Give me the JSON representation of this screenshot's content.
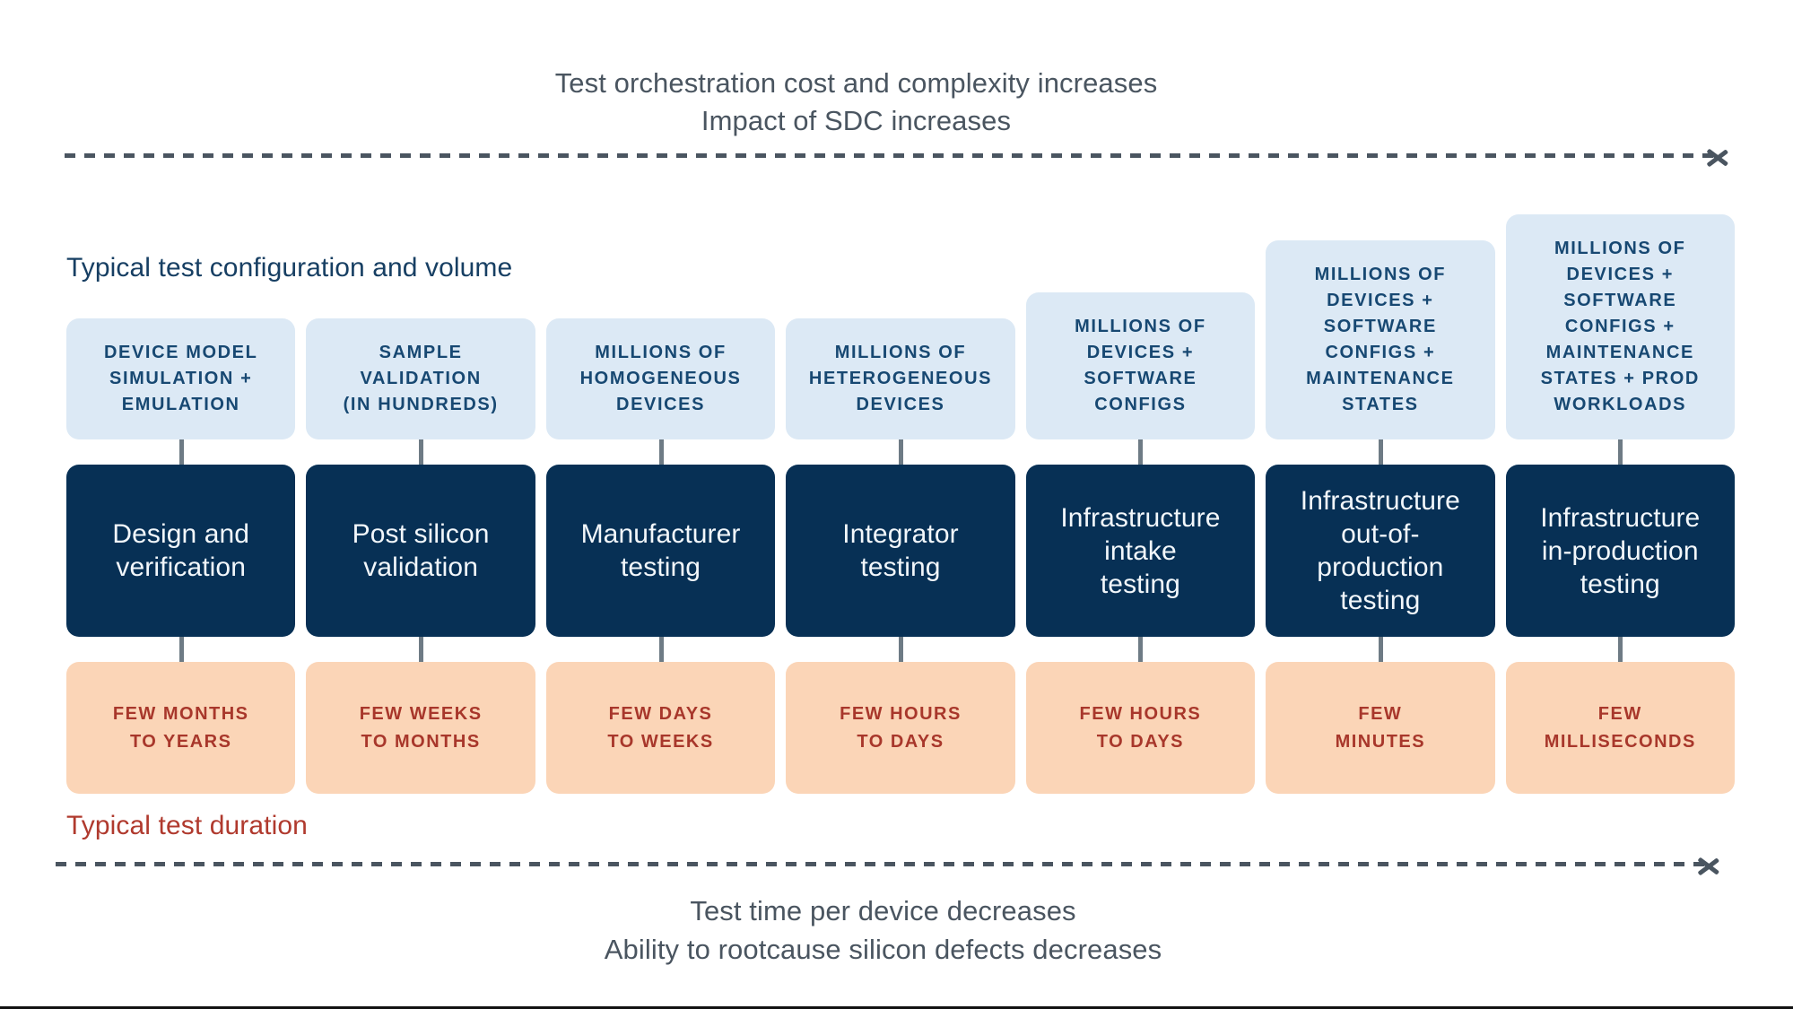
{
  "top_captions": {
    "line1": "Test orchestration cost and complexity increases",
    "line2": "Impact of SDC increases"
  },
  "bottom_captions": {
    "line1": "Test time per device decreases",
    "line2": "Ability to rootcause silicon defects decreases"
  },
  "labels": {
    "config_row": "Typical test configuration and volume",
    "duration_row": "Typical test duration"
  },
  "colors": {
    "navy": "#073055",
    "light_blue": "#dce9f5",
    "peach": "#fbd5b7",
    "peach_text": "#a8372b",
    "config_text": "#174872",
    "caption_text": "#4a5560",
    "connector": "#6e7b85"
  },
  "columns": [
    {
      "config": "DEVICE MODEL SIMULATION + EMULATION",
      "config_lines": [
        "DEVICE MODEL",
        "SIMULATION +",
        "EMULATION"
      ],
      "stage": "Design and verification",
      "stage_lines": [
        "Design and",
        "verification"
      ],
      "duration": "FEW MONTHS TO YEARS",
      "duration_lines": [
        "FEW MONTHS",
        "TO YEARS"
      ]
    },
    {
      "config": "SAMPLE VALIDATION (IN HUNDREDS)",
      "config_lines": [
        "SAMPLE",
        "VALIDATION",
        "(IN HUNDREDS)"
      ],
      "stage": "Post silicon validation",
      "stage_lines": [
        "Post silicon",
        "validation"
      ],
      "duration": "FEW WEEKS TO MONTHS",
      "duration_lines": [
        "FEW WEEKS",
        "TO MONTHS"
      ]
    },
    {
      "config": "MILLIONS OF HOMOGENEOUS DEVICES",
      "config_lines": [
        "MILLIONS OF",
        "HOMOGENEOUS",
        "DEVICES"
      ],
      "stage": "Manufacturer testing",
      "stage_lines": [
        "Manufacturer",
        "testing"
      ],
      "duration": "FEW DAYS TO WEEKS",
      "duration_lines": [
        "FEW DAYS",
        "TO WEEKS"
      ]
    },
    {
      "config": "MILLIONS OF HETEROGENEOUS DEVICES",
      "config_lines": [
        "MILLIONS OF",
        "HETEROGENEOUS",
        "DEVICES"
      ],
      "stage": "Integrator testing",
      "stage_lines": [
        "Integrator",
        "testing"
      ],
      "duration": "FEW HOURS TO DAYS",
      "duration_lines": [
        "FEW HOURS",
        "TO DAYS"
      ]
    },
    {
      "config": "MILLIONS OF DEVICES + SOFTWARE CONFIGS",
      "config_lines": [
        "MILLIONS OF",
        "DEVICES +",
        "SOFTWARE",
        "CONFIGS"
      ],
      "stage": "Infrastructure intake testing",
      "stage_lines": [
        "Infrastructure",
        "intake",
        "testing"
      ],
      "duration": "FEW HOURS TO DAYS",
      "duration_lines": [
        "FEW HOURS",
        "TO DAYS"
      ]
    },
    {
      "config": "MILLIONS OF DEVICES + SOFTWARE CONFIGS + MAINTENANCE STATES",
      "config_lines": [
        "MILLIONS OF",
        "DEVICES +",
        "SOFTWARE",
        "CONFIGS +",
        "MAINTENANCE",
        "STATES"
      ],
      "stage": "Infrastructure out-of-production testing",
      "stage_lines": [
        "Infrastructure",
        "out-of-",
        "production",
        "testing"
      ],
      "duration": "FEW MINUTES",
      "duration_lines": [
        "FEW",
        "MINUTES"
      ]
    },
    {
      "config": "MILLIONS OF DEVICES + SOFTWARE CONFIGS + MAINTENANCE STATES + PROD WORKLOADS",
      "config_lines": [
        "MILLIONS OF",
        "DEVICES +",
        "SOFTWARE",
        "CONFIGS +",
        "MAINTENANCE",
        "STATES + PROD",
        "WORKLOADS"
      ],
      "stage": "Infrastructure in-production testing",
      "stage_lines": [
        "Infrastructure",
        "in-production",
        "testing"
      ],
      "duration": "FEW MILLISECONDS",
      "duration_lines": [
        "FEW",
        "MILLISECONDS"
      ]
    }
  ]
}
